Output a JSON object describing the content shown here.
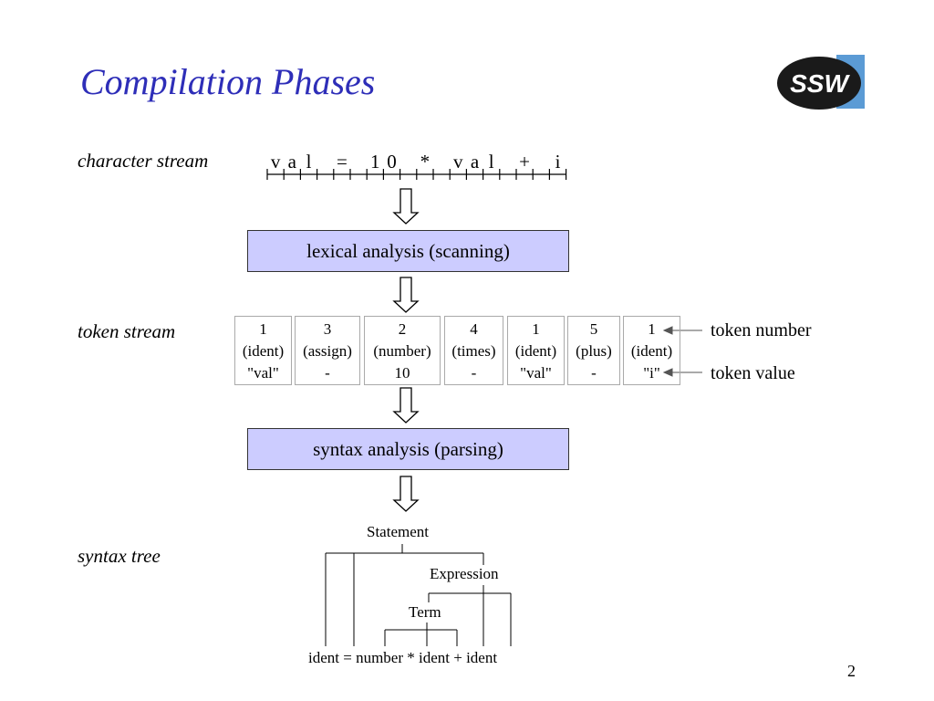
{
  "slide": {
    "title": "Compilation Phases",
    "page_number": "2",
    "logo_text": "SSW"
  },
  "labels": {
    "character_stream": "character stream",
    "token_stream": "token stream",
    "syntax_tree": "syntax tree"
  },
  "character_stream": [
    "v",
    "a",
    "l",
    "",
    "=",
    "",
    "1",
    "0",
    "",
    "*",
    "",
    "v",
    "a",
    "l",
    "",
    "+",
    "",
    "i"
  ],
  "phases": {
    "lexical": "lexical analysis (scanning)",
    "syntax": "syntax analysis (parsing)"
  },
  "tokens": [
    {
      "number": "1",
      "kind": "(ident)",
      "value": "\"val\""
    },
    {
      "number": "3",
      "kind": "(assign)",
      "value": "-"
    },
    {
      "number": "2",
      "kind": "(number)",
      "value": "10"
    },
    {
      "number": "4",
      "kind": "(times)",
      "value": "-"
    },
    {
      "number": "1",
      "kind": "(ident)",
      "value": "\"val\""
    },
    {
      "number": "5",
      "kind": "(plus)",
      "value": "-"
    },
    {
      "number": "1",
      "kind": "(ident)",
      "value": "\"i\""
    }
  ],
  "annotations": {
    "token_number": "token number",
    "token_value": "token value"
  },
  "tree": {
    "statement": "Statement",
    "expression": "Expression",
    "term": "Term",
    "leaves": "ident = number * ident + ident"
  }
}
